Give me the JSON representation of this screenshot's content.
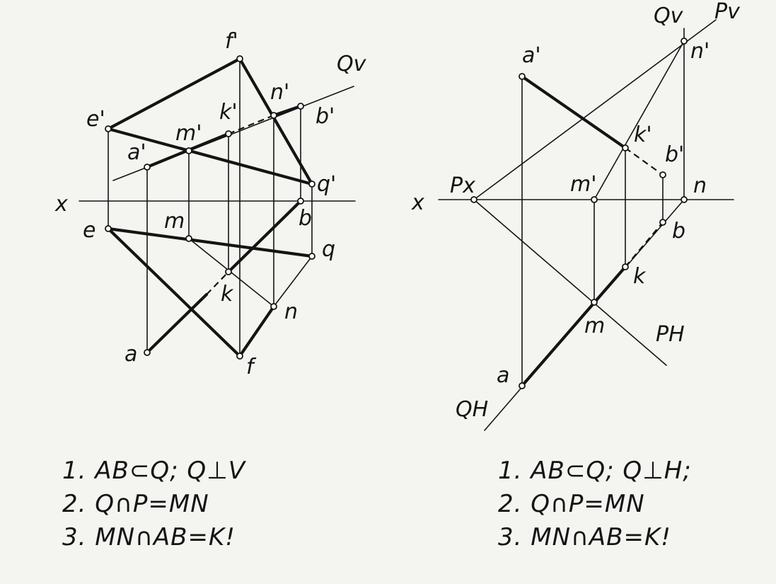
{
  "left_diagram": {
    "labels": {
      "x_axis": "x",
      "f_prime": "f'",
      "q_v": "Qv",
      "e_prime": "e'",
      "k_prime": "k'",
      "n_prime": "n'",
      "b_prime": "b'",
      "m_prime": "m'",
      "a_prime": "a'",
      "q_prime": "q'",
      "e": "e",
      "m": "m",
      "b": "b",
      "q": "q",
      "k": "k",
      "n": "n",
      "a": "a",
      "f": "f"
    },
    "notes": [
      "1. AB⊂Q; Q⊥V",
      "2. Q∩P=MN",
      "3. MN∩AB=K!"
    ]
  },
  "right_diagram": {
    "labels": {
      "x_axis": "x",
      "q_v": "Qv",
      "p_v": "Pv",
      "a_prime": "a'",
      "n_prime": "n'",
      "k_prime": "k'",
      "b_prime": "b'",
      "p_x": "Px",
      "m_prime": "m'",
      "n": "n",
      "b": "b",
      "k": "k",
      "m": "m",
      "p_h": "PH",
      "a": "a",
      "q_h": "QH"
    },
    "notes": [
      "1. AB⊂Q; Q⊥H;",
      "2. Q∩P=MN",
      "3. MN∩AB=K!"
    ]
  }
}
